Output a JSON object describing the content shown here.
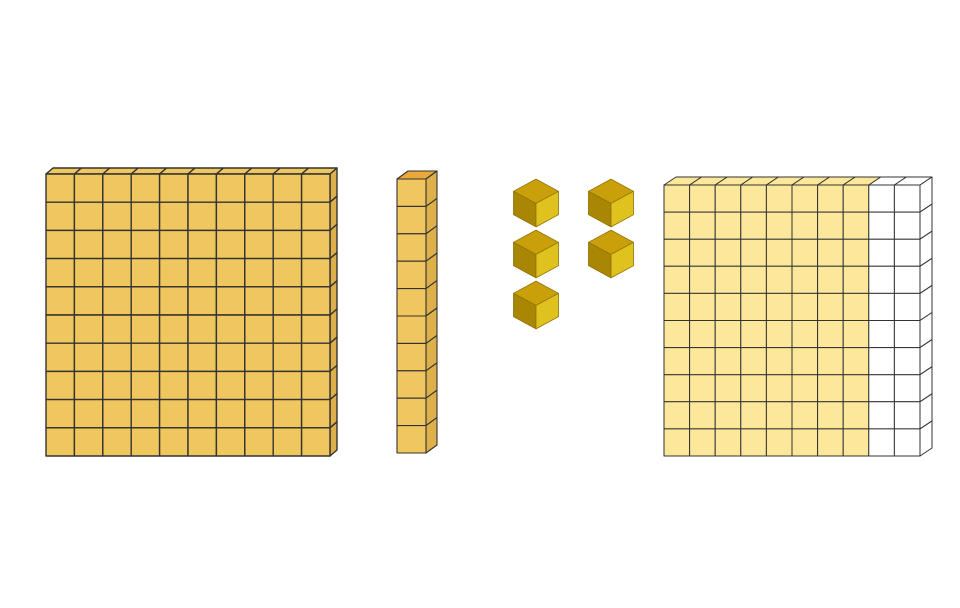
{
  "blocks": [
    {
      "kind": "hundred-flat",
      "name": "hundreds-flat",
      "rows": 10,
      "cols": 10,
      "filled_cols": 10,
      "colors": {
        "face": "#F0C75E",
        "top": "#F0C75E",
        "side": "#DDB04A",
        "stroke": "#333333",
        "empty": "#ffffff"
      }
    },
    {
      "kind": "ten-rod",
      "name": "tens-rod",
      "units": 10,
      "colors": {
        "face": "#F0C75E",
        "top": "#E8A83A",
        "side": "#DDB04A",
        "stroke": "#333333"
      }
    },
    {
      "kind": "unit-cubes",
      "name": "unit-cubes",
      "count": 5,
      "columns": [
        3,
        2
      ],
      "colors": {
        "top": "#C9A00A",
        "left": "#A98705",
        "right": "#E0C21E",
        "edge": "#8F7202"
      }
    },
    {
      "kind": "hundred-flat-partial",
      "name": "partially-shaded-flat",
      "rows": 10,
      "cols": 10,
      "filled_cols": 8,
      "colors": {
        "face": "#FCE79A",
        "top": "#FCE79A",
        "side": "#F3D77A",
        "stroke": "#333333",
        "empty": "#ffffff"
      }
    }
  ]
}
